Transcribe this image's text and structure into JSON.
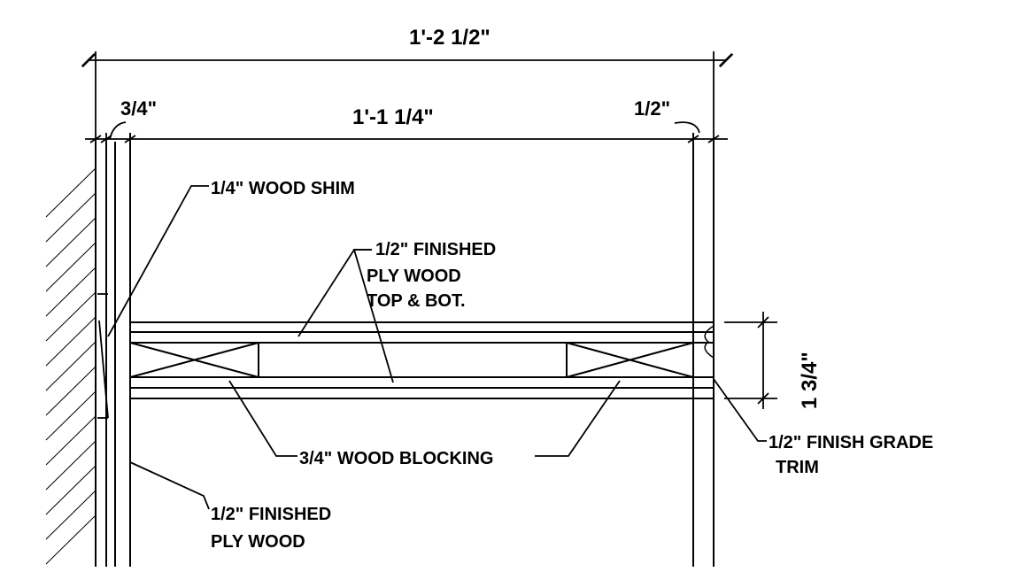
{
  "dimensions": {
    "overall_width": "1'-2 1/2\"",
    "inner_width": "1'-1 1/4\"",
    "left_offset": "3/4\"",
    "right_offset": "1/2\"",
    "shelf_thickness": "1 3/4\""
  },
  "callouts": {
    "wood_shim": "1/4\" WOOD SHIM",
    "plywood_top_line1": "1/2\" FINISHED",
    "plywood_top_line2": "PLY WOOD",
    "plywood_top_line3": "TOP & BOT.",
    "wood_blocking": "3/4\" WOOD BLOCKING",
    "trim_line1": "1/2\" FINISH GRADE",
    "trim_line2": "TRIM",
    "plywood_side_line1": "1/2\" FINISHED",
    "plywood_side_line2": "PLY WOOD"
  },
  "colors": {
    "ink": "#000000",
    "paper": "#ffffff"
  }
}
